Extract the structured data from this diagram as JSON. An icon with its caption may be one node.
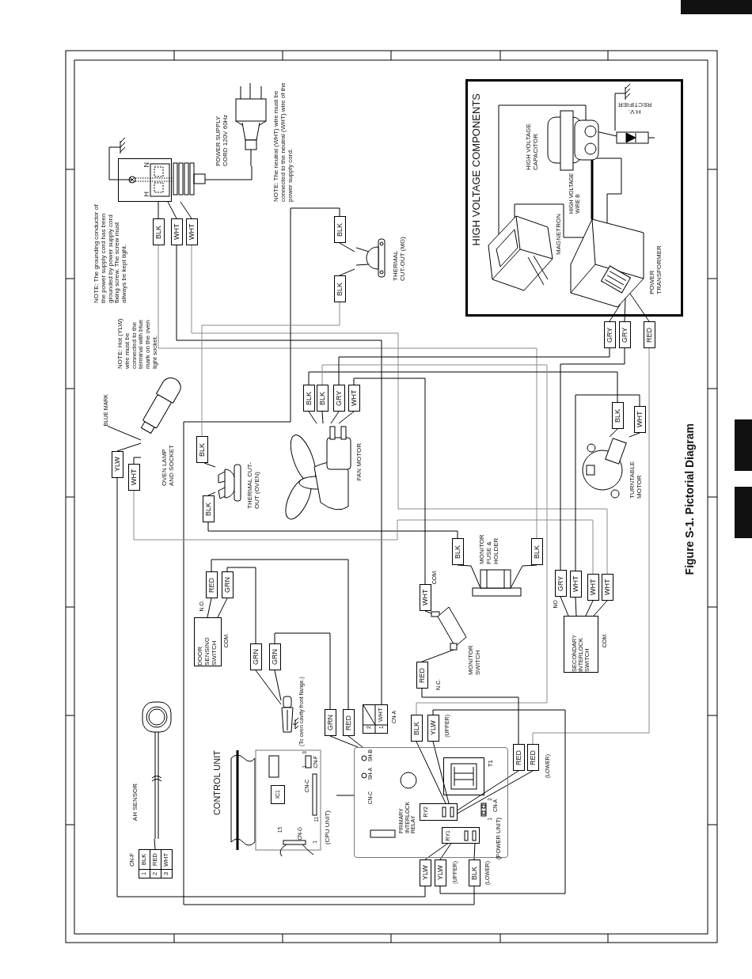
{
  "diagram": {
    "caption": "Figure S-1. Pictorial Diagram",
    "nodes": [
      {
        "text": [
          "H",
          "N"
        ]
      },
      {
        "text": [
          "POWER SUPPLY CORD 120V 60Hz"
        ]
      },
      {
        "text": [
          "BLK"
        ]
      },
      {
        "text": [
          "WHT"
        ]
      },
      {
        "text": [
          "WHT"
        ]
      },
      {
        "text": [
          "THERMAL CUT-OUT (MG)"
        ]
      },
      {
        "text": [
          "BLK"
        ]
      },
      {
        "text": [
          "BLK"
        ]
      },
      {
        "text": [
          "HIGH VOLTAGE COMPONENTS"
        ]
      },
      {
        "text": [
          "MAGNETRON"
        ],
        "in": 8
      },
      {
        "text": [
          "HIGH VOLTAGE CAPACITOR"
        ],
        "in": 8
      },
      {
        "text": [
          "H.V. RECTIFIER"
        ],
        "in": 8
      },
      {
        "text": [
          "POWER TRANSFORMER"
        ],
        "in": 8
      },
      {
        "text": [
          "GRY"
        ]
      },
      {
        "text": [
          "GRY"
        ]
      },
      {
        "text": [
          "RED"
        ]
      },
      {
        "text": [
          "OVEN LAMP AND SOCKET"
        ]
      },
      {
        "text": [
          "BLUE MARK"
        ]
      },
      {
        "text": [
          "YLW"
        ]
      },
      {
        "text": [
          "WHT"
        ]
      },
      {
        "text": [
          "THERMAL CUT-OUT (OVEN)"
        ]
      },
      {
        "text": [
          "BLK"
        ]
      },
      {
        "text": [
          "BLK"
        ]
      },
      {
        "text": [
          "FAN MOTOR"
        ]
      },
      {
        "text": [
          "BLK"
        ]
      },
      {
        "text": [
          "BLK"
        ]
      },
      {
        "text": [
          "GRY"
        ]
      },
      {
        "text": [
          "WHT"
        ]
      },
      {
        "text": [
          "TURNTABLE MOTOR"
        ]
      },
      {
        "text": [
          "BLK"
        ]
      },
      {
        "text": [
          "WHT"
        ]
      },
      {
        "text": [
          "MONITOR FUSE & HOLDER"
        ]
      },
      {
        "text": [
          "BLK"
        ]
      },
      {
        "text": [
          "BLK"
        ]
      },
      {
        "text": [
          "DOOR SENSING SWITCH"
        ]
      },
      {
        "text": [
          "RED"
        ]
      },
      {
        "text": [
          "GRN"
        ]
      },
      {
        "text": [
          "MONITOR SWITCH"
        ]
      },
      {
        "text": [
          "WHT"
        ]
      },
      {
        "text": [
          "RED"
        ]
      },
      {
        "text": [
          "SECONDARY INTERLOCK SWITCH"
        ]
      },
      {
        "text": [
          "GRY"
        ]
      },
      {
        "text": [
          "WHT"
        ]
      },
      {
        "text": [
          "WHT"
        ]
      },
      {
        "text": [
          "WHT"
        ]
      },
      {
        "text": [],
        "shape": "picture",
        "beside": [
          "(To oven cavity front flange.)"
        ]
      },
      {
        "text": [
          "GRN"
        ]
      },
      {
        "text": [
          "GRN"
        ]
      },
      {
        "text": [
          "AH SENSOR"
        ]
      },
      {
        "text": [
          "1",
          "BLK",
          "2",
          "RED",
          "3",
          "WHT"
        ],
        "beside": [
          "CN-F"
        ]
      },
      {
        "text": [
          "CONTROL UNIT",
          "(CPU UNIT)"
        ]
      },
      {
        "text": [
          "IC1"
        ],
        "in": 50
      },
      {
        "text": [
          "(POWER UNIT)"
        ]
      },
      {
        "text": [
          "RY2"
        ],
        "in": 52
      },
      {
        "text": [
          "RY1"
        ],
        "in": 52
      },
      {
        "text": [],
        "shape": "box",
        "beside": [
          "T1"
        ],
        "in": 52
      },
      {
        "text": [
          "2",
          "1",
          "WHT"
        ]
      },
      {
        "text": [
          "GRN"
        ]
      },
      {
        "text": [
          "RED"
        ]
      },
      {
        "text": [
          "BLK"
        ]
      },
      {
        "text": [
          "YLW"
        ]
      },
      {
        "text": [
          "RED"
        ]
      },
      {
        "text": [
          "RED"
        ]
      },
      {
        "text": [
          "YLW"
        ]
      },
      {
        "text": [
          "YLW"
        ]
      },
      {
        "text": [
          "BLK"
        ]
      }
    ],
    "edges": [
      {
        "from": 1,
        "to": 0,
        "arrow": "none"
      },
      {
        "from": 0,
        "to": 2,
        "arrow": "none"
      },
      {
        "from": 0,
        "to": 3,
        "arrow": "none"
      },
      {
        "from": 0,
        "to": 4,
        "arrow": "none"
      },
      {
        "from": 5,
        "to": 6,
        "arrow": "none"
      },
      {
        "from": 5,
        "to": 7,
        "arrow": "none"
      },
      {
        "from": 12,
        "to": 10,
        "arrow": "none",
        "label": "HIGH VOLTAGE WIRE B",
        "style": "thick"
      },
      {
        "from": 9,
        "to": 12,
        "arrow": "none"
      },
      {
        "from": 9,
        "to": 10,
        "arrow": "none"
      },
      {
        "from": 10,
        "to": 11,
        "arrow": "none"
      },
      {
        "from": 12,
        "to": 10,
        "arrow": "none"
      },
      {
        "from": 12,
        "to": 13,
        "arrow": "none"
      },
      {
        "from": 12,
        "to": 14,
        "arrow": "none"
      },
      {
        "from": 12,
        "to": 15,
        "arrow": "none"
      },
      {
        "from": 17,
        "to": 16,
        "arrow": "none"
      },
      {
        "from": 16,
        "to": 18,
        "arrow": "none"
      },
      {
        "from": 16,
        "to": 19,
        "arrow": "none"
      },
      {
        "from": 20,
        "to": 21,
        "arrow": "none"
      },
      {
        "from": 20,
        "to": 22,
        "arrow": "none"
      },
      {
        "from": 23,
        "to": 24,
        "arrow": "none"
      },
      {
        "from": 23,
        "to": 25,
        "arrow": "none"
      },
      {
        "from": 23,
        "to": 26,
        "arrow": "none"
      },
      {
        "from": 23,
        "to": 27,
        "arrow": "none"
      },
      {
        "from": 28,
        "to": 29,
        "arrow": "none"
      },
      {
        "from": 28,
        "to": 30,
        "arrow": "none"
      },
      {
        "from": 31,
        "to": 32,
        "arrow": "none"
      },
      {
        "from": 31,
        "to": 33,
        "arrow": "none"
      },
      {
        "from": 34,
        "to": 35,
        "arrow": "none"
      },
      {
        "from": 34,
        "to": 36,
        "arrow": "none"
      },
      {
        "from": 37,
        "to": 38,
        "arrow": "none"
      },
      {
        "from": 37,
        "to": 39,
        "arrow": "none"
      },
      {
        "from": 40,
        "to": 41,
        "arrow": "none"
      },
      {
        "from": 40,
        "to": 42,
        "arrow": "none"
      },
      {
        "from": 40,
        "to": 43,
        "arrow": "none"
      },
      {
        "from": 40,
        "to": 44,
        "arrow": "none"
      },
      {
        "from": 45,
        "to": 46,
        "arrow": "none"
      },
      {
        "from": 45,
        "to": 47,
        "arrow": "none"
      },
      {
        "from": 48,
        "to": 49,
        "arrow": "none"
      },
      {
        "from": 50,
        "to": 52,
        "arrow": "none"
      },
      {
        "from": 57,
        "to": 52,
        "arrow": "none"
      },
      {
        "from": 58,
        "to": 52,
        "arrow": "none"
      },
      {
        "from": 53,
        "to": 59,
        "arrow": "none"
      },
      {
        "from": 53,
        "to": 60,
        "arrow": "none"
      },
      {
        "from": 53,
        "to": 61,
        "arrow": "none"
      },
      {
        "from": 53,
        "to": 62,
        "arrow": "none"
      },
      {
        "from": 54,
        "to": 63,
        "arrow": "none"
      },
      {
        "from": 54,
        "to": 64,
        "arrow": "none"
      },
      {
        "from": 54,
        "to": 65,
        "arrow": "none"
      },
      {
        "from": 2,
        "to": 33,
        "arrow": "none",
        "color": "#8c8c8c"
      },
      {
        "from": 3,
        "to": 56,
        "arrow": "none"
      },
      {
        "from": 4,
        "to": 44,
        "arrow": "none",
        "color": "#8c8c8c"
      },
      {
        "from": 6,
        "to": 65,
        "arrow": "none"
      },
      {
        "from": 7,
        "to": 21,
        "arrow": "none",
        "color": "#8c8c8c"
      },
      {
        "from": 22,
        "to": 32,
        "arrow": "none"
      },
      {
        "from": 19,
        "to": 43,
        "arrow": "none",
        "color": "#8c8c8c"
      },
      {
        "from": 24,
        "to": 29,
        "arrow": "none"
      },
      {
        "from": 25,
        "to": 59,
        "arrow": "none",
        "color": "#8c8c8c"
      },
      {
        "from": 26,
        "to": 13,
        "arrow": "none"
      },
      {
        "from": 27,
        "to": 38,
        "arrow": "none"
      },
      {
        "from": 14,
        "to": 41,
        "arrow": "none"
      },
      {
        "from": 15,
        "to": 62,
        "arrow": "none",
        "color": "#8c8c8c"
      },
      {
        "from": 30,
        "to": 42,
        "arrow": "none"
      },
      {
        "from": 39,
        "to": 61,
        "arrow": "none"
      },
      {
        "from": 60,
        "to": 64,
        "arrow": "none"
      },
      {
        "from": 63,
        "to": 18,
        "arrow": "none"
      },
      {
        "from": 35,
        "to": 58,
        "arrow": "none"
      },
      {
        "from": 36,
        "to": 46,
        "arrow": "none"
      },
      {
        "from": 47,
        "to": 57,
        "arrow": "none"
      }
    ],
    "labels": [
      "NOTE: The grounding conductor of the power supply cord has been grounded by power supply cord fixing screw. The screw must allways be kept tight.",
      "NOTE: Hot (YLW) wire must be connected to the terminal with blue mark on the oven light socket.",
      "NOTE: The neutral (WHT) wire must be connected to the neutral (WHT) wire of the power supply cord.",
      "N.O.",
      "COM.",
      "COM.",
      "N.C.",
      "NO",
      "COM.",
      "CN-F",
      "1",
      "3",
      "CN-C",
      "11",
      "15",
      "CN-G",
      "1",
      "CN-C",
      "SH-A",
      "SH-B",
      "PRIMARY INTERLOCK RELAY",
      "1",
      "2",
      "CN-A",
      "CN-A",
      "(UPPER)",
      "(LOWER)",
      "(UPPER)",
      "(LOWER)"
    ]
  }
}
